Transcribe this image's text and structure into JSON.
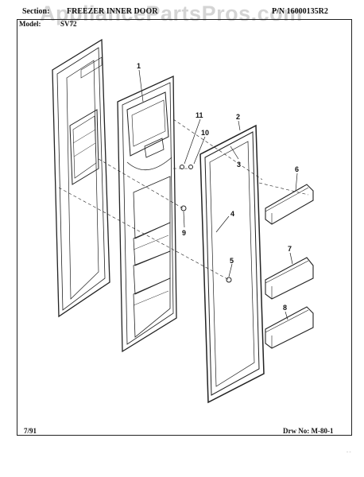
{
  "header": {
    "section_label": "Section:",
    "section_title": "FREEZER INNER DOOR",
    "part_number": "P/N 16000135R2",
    "model_label": "Model:",
    "model_value": "SV72"
  },
  "watermark": "AppliancePartsPros.com",
  "footer": {
    "date": "7/91",
    "drawing_number": "Drw No: M-80-1"
  },
  "callouts": [
    "1",
    "2",
    "3",
    "4",
    "5",
    "6",
    "7",
    "8",
    "9",
    "10",
    "11"
  ],
  "corner_mark": "- -"
}
